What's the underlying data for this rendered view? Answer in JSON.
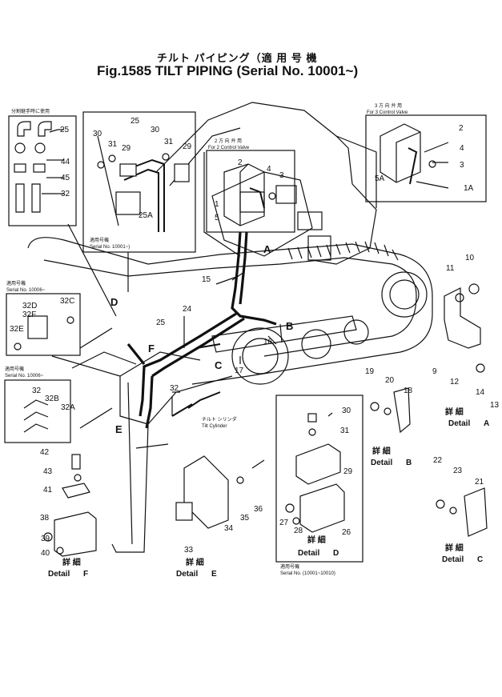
{
  "title": {
    "jp": "チルト パイピング（適 用 号 機",
    "en": "Fig.1585 TILT PIPING (Serial No. 10001~)"
  },
  "callouts": {
    "tl_box_note": "分割継手時に使用",
    "mid_box_serial": "Serial No. 10001~)",
    "mid_box_jp": "適用号機",
    "ctrl2_jp": "2 方 向 弁 用",
    "ctrl2_en": "For 2 Control Valve",
    "ctrl3_jp": "3 方 向 弁 用",
    "ctrl3_en": "For 3 Control Valve",
    "left1_jp": "適用号機",
    "left1_serial": "Serial No. 10006~",
    "left2_jp": "適用号機",
    "left2_serial": "Serial No. 10006~",
    "tilt_cyl_jp": "チルト シリンダ",
    "tilt_cyl_en": "Tilt Cylinder",
    "detd_jp": "適用号機",
    "detd_serial": "Serial No. (10001~10010)"
  },
  "parts": [
    "1",
    "1A",
    "2",
    "3",
    "4",
    "5",
    "5A",
    "9",
    "10",
    "11",
    "12",
    "13",
    "14",
    "15",
    "16",
    "17",
    "18",
    "19",
    "20",
    "21",
    "22",
    "23",
    "24",
    "25",
    "25A",
    "26",
    "27",
    "28",
    "29",
    "30",
    "31",
    "32",
    "32A",
    "32B",
    "32C",
    "32D",
    "32E",
    "32F",
    "33",
    "34",
    "35",
    "36",
    "38",
    "39",
    "40",
    "41",
    "42",
    "43",
    "44",
    "45"
  ],
  "markers": [
    "A",
    "B",
    "C",
    "D",
    "E",
    "F"
  ],
  "details": {
    "jp": "詳 細",
    "word": "Detail",
    "A": "A",
    "B": "B",
    "C": "C",
    "D": "D",
    "E": "E",
    "F": "F"
  }
}
